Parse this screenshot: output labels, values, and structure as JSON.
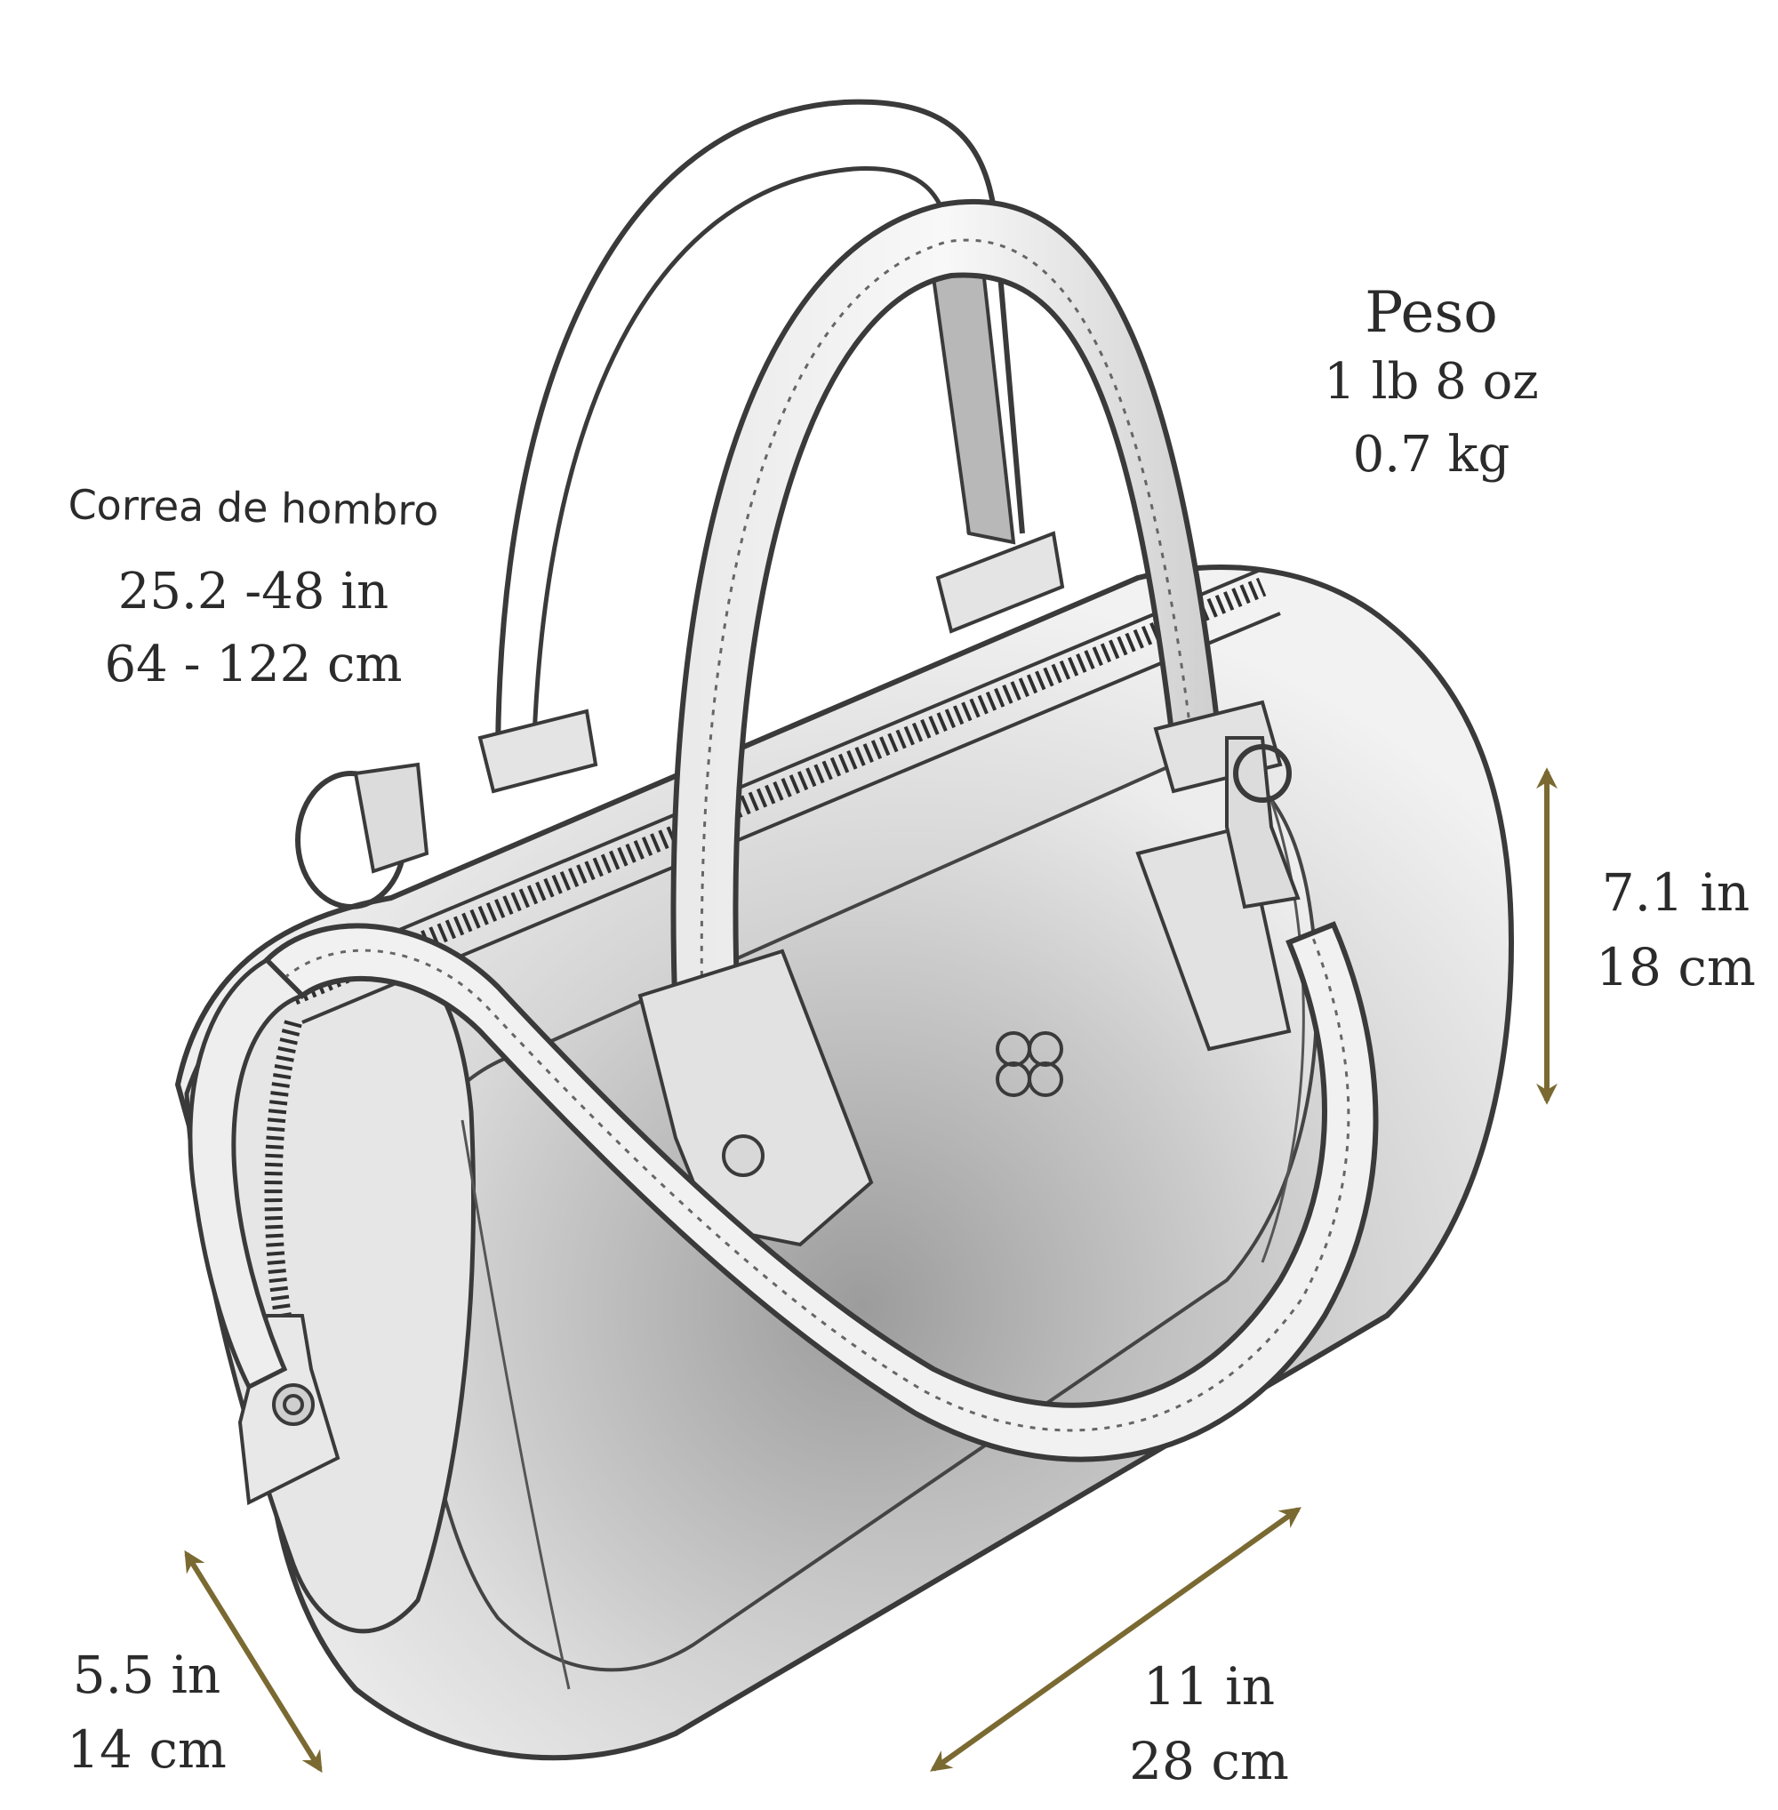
{
  "weight": {
    "title": "Peso",
    "imperial": "1 lb 8 oz",
    "metric": "0.7 kg"
  },
  "shoulder_strap": {
    "title": "Correa de hombro",
    "imperial": "25.2 -48 in",
    "metric": "64 - 122 cm"
  },
  "height": {
    "imperial": "7.1 in",
    "metric": "18 cm"
  },
  "depth": {
    "imperial": "5.5 in",
    "metric": "14 cm"
  },
  "width": {
    "imperial": "11 in",
    "metric": "28 cm"
  },
  "colors": {
    "arrow": "#7a6a32",
    "line": "#3a3a3a",
    "shade": "#bdbdbd",
    "background": "#ffffff"
  },
  "icons": {
    "logo": "clover-logo-icon"
  }
}
